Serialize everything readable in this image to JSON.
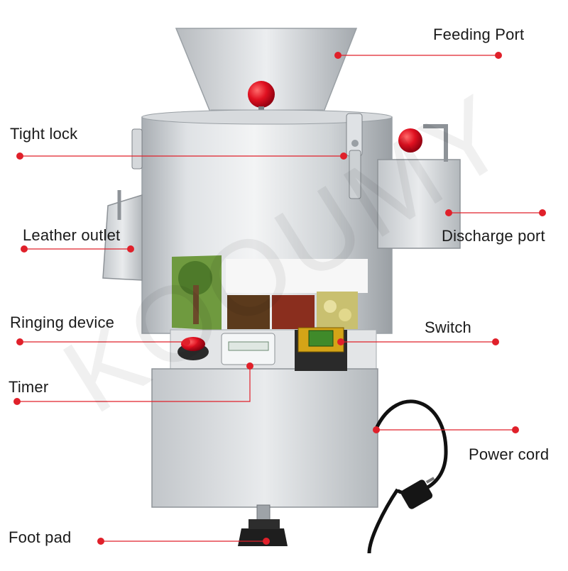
{
  "watermark": "KOOUMY",
  "labels": {
    "feeding_port": "Feeding Port",
    "tight_lock": "Tight lock",
    "leather_outlet": "Leather outlet",
    "discharge_port": "Discharge port",
    "ringing_device": "Ringing device",
    "switch": "Switch",
    "timer": "Timer",
    "power_cord": "Power cord",
    "foot_pad": "Foot pad"
  },
  "colors": {
    "marker": "#e0202a",
    "leader_line": "#e0202a",
    "steel_light": "#e6e8ea",
    "steel_dark": "#9ca1a6"
  }
}
